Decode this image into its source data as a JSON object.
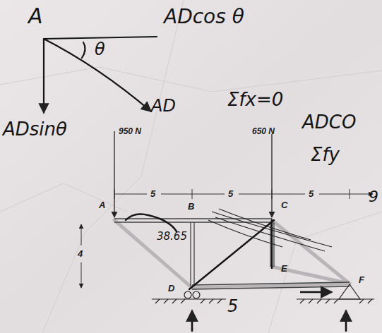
{
  "diagram": {
    "labels": [
      "A",
      "ADcos θ",
      "θ",
      "AD",
      "ADsinθ",
      "Σfx=0",
      "ADCO",
      "Σfy",
      "9",
      "950 N",
      "650 N",
      "5",
      "5",
      "5",
      "A",
      "B",
      "C",
      "4",
      "38.65",
      "D",
      "E",
      "F",
      "5"
    ]
  }
}
